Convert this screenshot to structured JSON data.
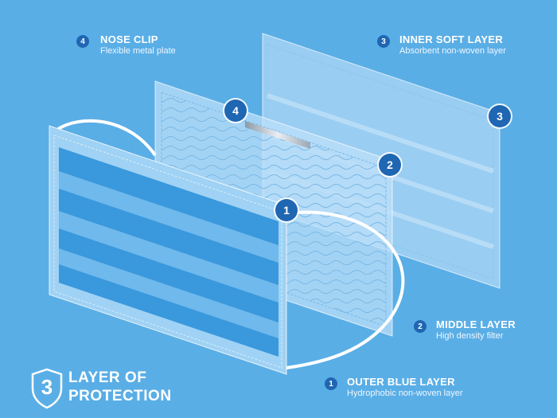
{
  "labels": {
    "nose_clip": {
      "num": "4",
      "title": "NOSE CLIP",
      "sub": "Flexible metal plate"
    },
    "inner_layer": {
      "num": "3",
      "title": "INNER SOFT LAYER",
      "sub": "Absorbent non-woven layer"
    },
    "middle_layer": {
      "num": "2",
      "title": "MIDDLE LAYER",
      "sub": "High density filter"
    },
    "outer_layer": {
      "num": "1",
      "title": "OUTER BLUE LAYER",
      "sub": "Hydrophobic non-woven layer"
    }
  },
  "markers": {
    "m4": "4",
    "m3": "3",
    "m2": "2",
    "m1": "1"
  },
  "protection": {
    "number": "3",
    "line1": "LAYER OF",
    "line2": "PROTECTION"
  },
  "colors": {
    "background": "#5aaee6",
    "badge": "#1f66b3",
    "outer_layer": "#2e8fd6",
    "layer_frame": "#9fd2f4"
  }
}
